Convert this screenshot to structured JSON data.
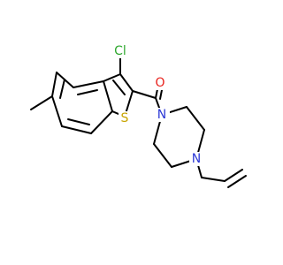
{
  "molecule": {
    "atoms": {
      "chlorine": {
        "symbol": "Cl",
        "color": "#2fa82f"
      },
      "oxygen": {
        "symbol": "O",
        "color": "#e8211c"
      },
      "sulfur": {
        "symbol": "S",
        "color": "#c8a400"
      },
      "nitrogen_amide": {
        "symbol": "N",
        "color": "#2c39d6"
      },
      "nitrogen_allyl": {
        "symbol": "N",
        "color": "#2c39d6"
      }
    }
  }
}
